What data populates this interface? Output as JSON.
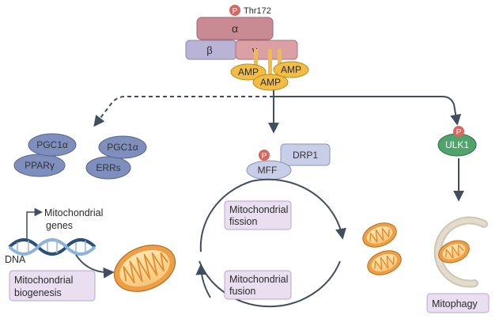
{
  "ampk": {
    "phospho_site": "Thr172",
    "phospho_symbol": "P",
    "subunit_alpha": "α",
    "subunit_beta": "β",
    "subunit_gamma": "γ",
    "amp_labels": [
      "AMP",
      "AMP",
      "AMP"
    ]
  },
  "pgc1a_complexes": [
    {
      "top": "PGC1α",
      "bottom": "PPARγ"
    },
    {
      "top": "PGC1α",
      "bottom": "ERRs"
    }
  ],
  "fission_machinery": {
    "phospho_symbol": "P",
    "mff": "MFF",
    "drp1": "DRP1"
  },
  "cycle": {
    "fission_label": [
      "Mitochondrial",
      "fission"
    ],
    "fusion_label": [
      "Mitochondrial",
      "fusion"
    ]
  },
  "biogenesis": {
    "gene_label": [
      "Mitochondrial",
      "genes"
    ],
    "dna_label": "DNA",
    "process_label": [
      "Mitochondrial",
      "biogenesis"
    ]
  },
  "mitophagy": {
    "phospho_symbol": "P",
    "ulk1": "ULK1",
    "process_label": "Mitophagy"
  },
  "colors": {
    "alpha": "#c98a93",
    "beta": "#b9b3d6",
    "gamma": "#dba0a4",
    "amp": "#f1bd45",
    "pgc": "#7e8fbd",
    "mff": "#c8cde8",
    "ulk1": "#4fa36b",
    "phospho": "#d9675f",
    "mito_outer": "#ee9f45",
    "label_box": "#e9dff0",
    "arrow": "#3f4e60"
  }
}
